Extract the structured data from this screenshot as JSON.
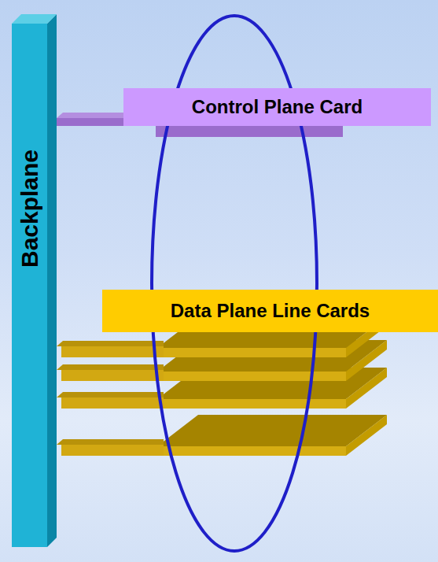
{
  "diagram": {
    "nodes": [
      {
        "text": [
          "Backplane"
        ]
      },
      {
        "text": [
          "Control Plane Card"
        ]
      },
      {
        "text": [
          "Data Plane Line Cards"
        ]
      }
    ]
  }
}
